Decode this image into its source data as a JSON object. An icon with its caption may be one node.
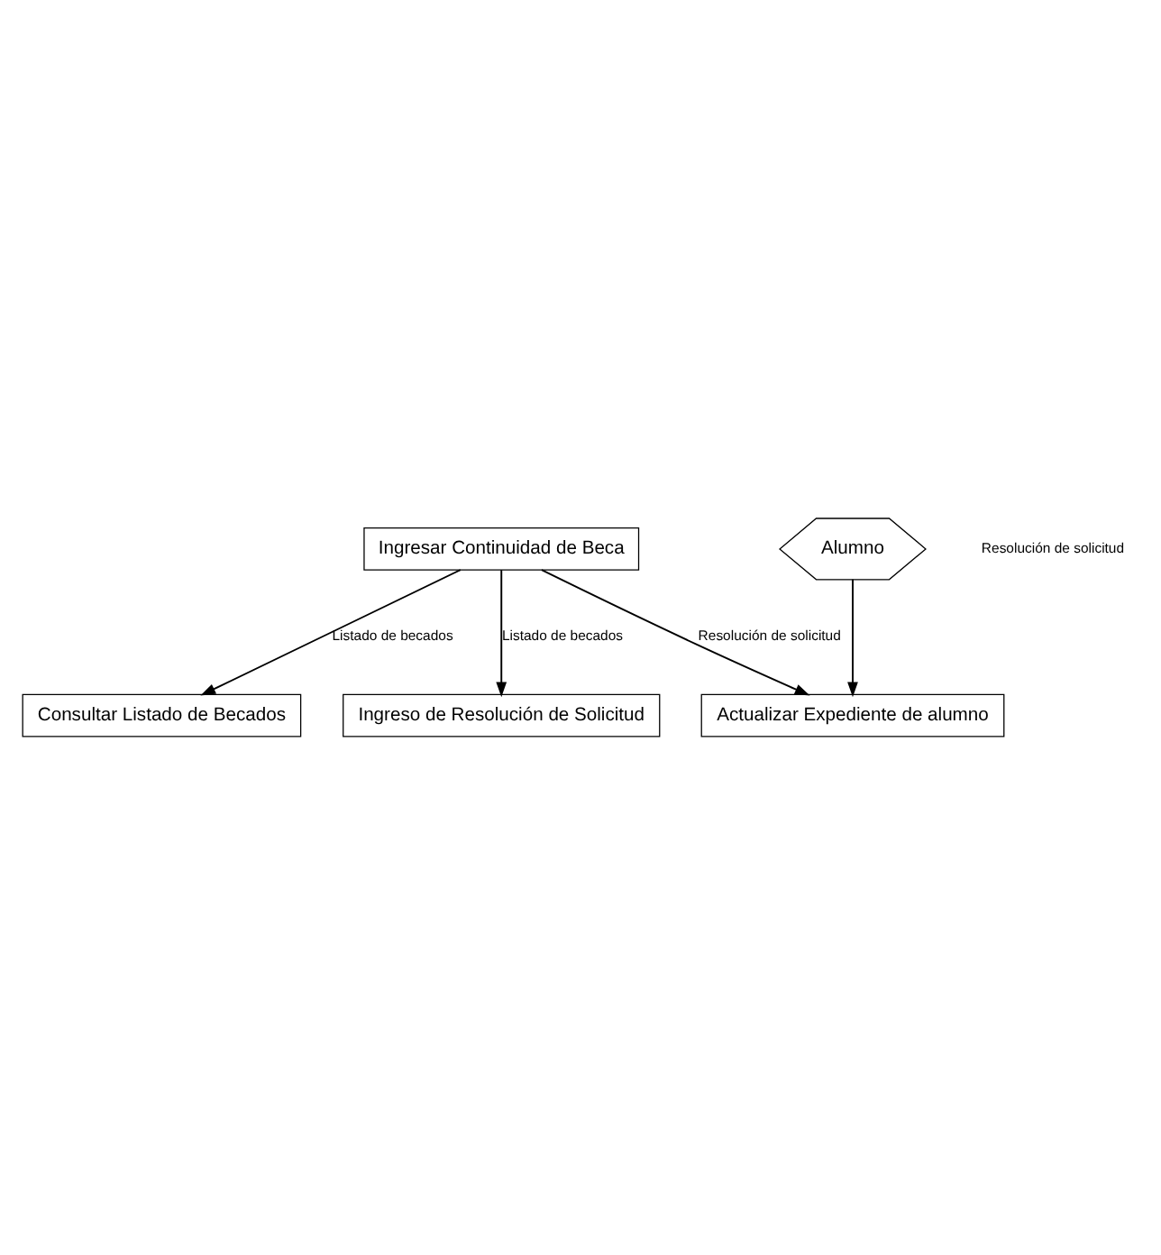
{
  "diagram": {
    "nodes": [
      {
        "text": [
          "Ingresar Continuidad de Beca"
        ]
      },
      {
        "text": [
          "Consultar Listado de Becados"
        ]
      },
      {
        "text": [
          "Ingreso de Resolución de Solicitud"
        ]
      },
      {
        "text": [
          "Actualizar Expediente de alumno"
        ]
      },
      {
        "text": [
          "Alumno"
        ]
      }
    ],
    "edges": [
      {
        "from": 0,
        "to": 1,
        "arrow": "to",
        "label": "Listado de becados"
      },
      {
        "from": 0,
        "to": 2,
        "arrow": "to",
        "label": "Listado de becados"
      },
      {
        "from": 0,
        "to": 3,
        "arrow": "to",
        "label": "Resolución de solicitud"
      },
      {
        "from": 4,
        "to": 3,
        "arrow": "to"
      }
    ],
    "labels": [
      "Resolución de solicitud"
    ]
  }
}
